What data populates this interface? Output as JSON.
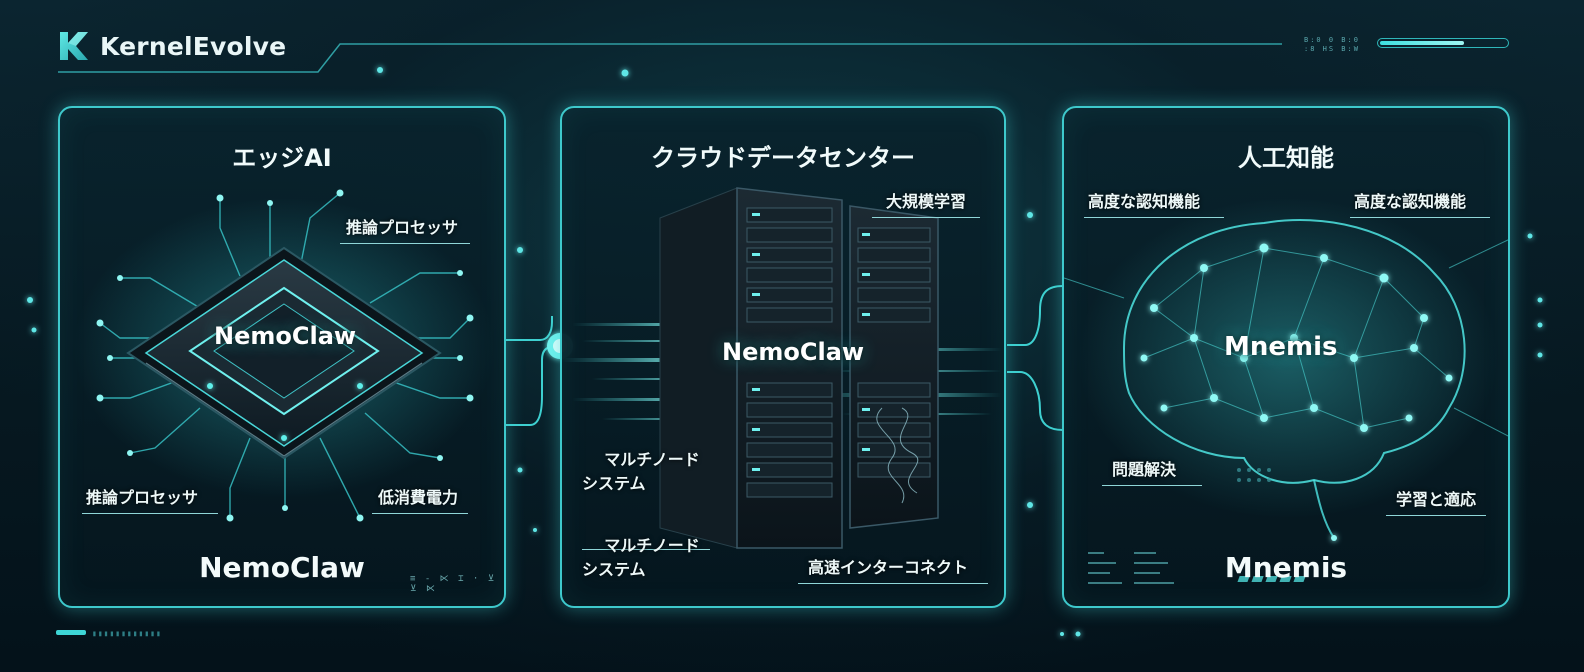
{
  "brand": {
    "name": "KernelEvolve",
    "icon": "k-logo-icon"
  },
  "header": {
    "hud_ticks": [
      "B:0  0  B:0",
      ":8   HS  B:W"
    ],
    "progress": 0.68
  },
  "panels": [
    {
      "title": "エッジAI",
      "center_label": "NemoClaw",
      "footer": "NemoClaw",
      "callouts": [
        "推論プロセッサ",
        "推論プロセッサ",
        "低消費電力"
      ],
      "deco": "≡ - ⋉   ⌶ · ⊻ ⊻ ⋉",
      "icon": "chip-icon"
    },
    {
      "title": "クラウドデータセンター",
      "center_label": "NemoClaw",
      "callouts": [
        "大規模学習",
        "マルチノード\nシステム",
        "マルチノード\nシステム",
        "高速インターコネクト"
      ],
      "icon": "server-rack-icon"
    },
    {
      "title": "人工知能",
      "center_label": "Mnemis",
      "footer": "Mnemis",
      "callouts": [
        "高度な認知機能",
        "高度な認知機能",
        "問題解決",
        "学習と適応"
      ],
      "icon": "brain-network-icon"
    }
  ],
  "colors": {
    "accent": "#3ec9cc",
    "glow": "#7ff3f0",
    "background": "#06151f"
  }
}
